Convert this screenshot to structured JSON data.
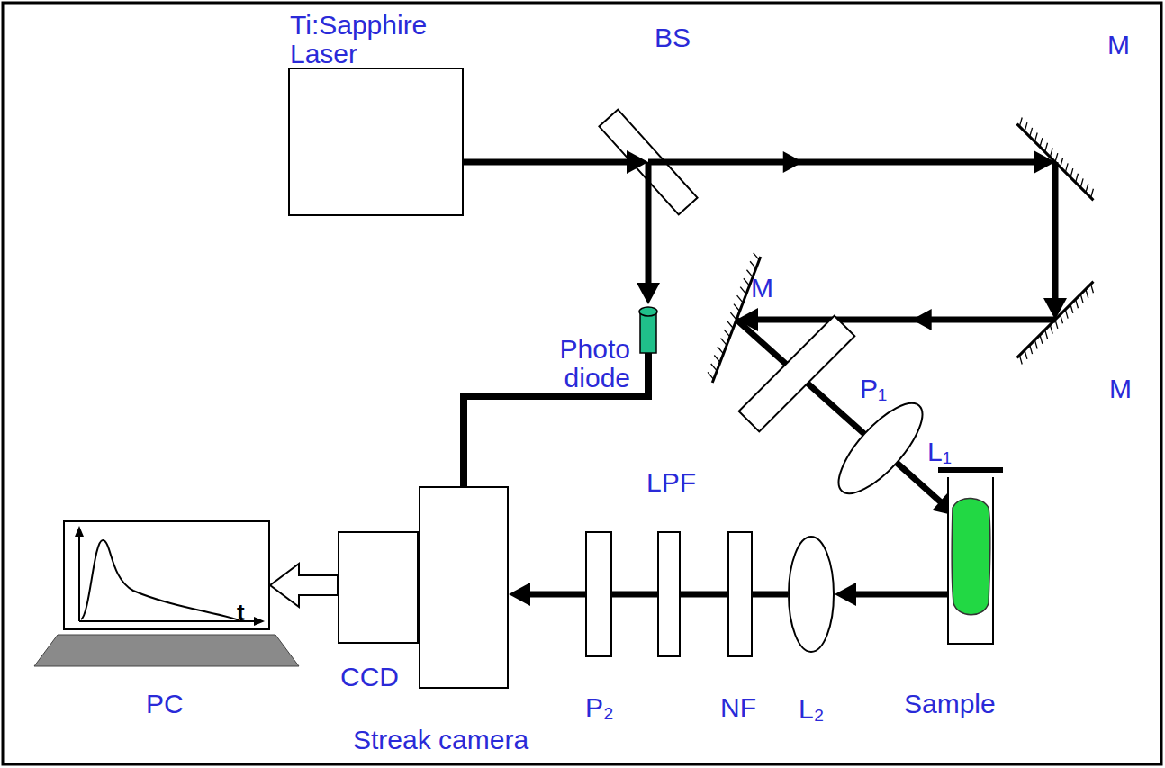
{
  "diagram": {
    "nodes": [
      {
        "text": [
          "Ti:Sapphire Laser"
        ]
      },
      {
        "text": [
          "BS"
        ]
      },
      {
        "text": [
          "M"
        ]
      },
      {
        "text": [
          "M"
        ]
      },
      {
        "text": [
          "M"
        ]
      },
      {
        "text": [
          "Photo diode"
        ]
      },
      {
        "text": [
          "P₁"
        ]
      },
      {
        "text": [
          "L₁"
        ]
      },
      {
        "text": [
          "Sample"
        ]
      },
      {
        "text": [
          "L₂"
        ]
      },
      {
        "text": [
          "NF"
        ]
      },
      {
        "text": [
          "LPF"
        ]
      },
      {
        "text": [
          "P₂"
        ]
      },
      {
        "text": [
          "Streak camera"
        ]
      },
      {
        "text": [
          "CCD"
        ]
      },
      {
        "text": [
          "PC"
        ]
      }
    ],
    "edges": [
      {
        "from": 0,
        "to": 1,
        "arrow": "to"
      },
      {
        "from": 1,
        "to": 2,
        "arrow": "to"
      },
      {
        "from": 2,
        "to": 3,
        "arrow": "to"
      },
      {
        "from": 3,
        "to": 4,
        "arrow": "to"
      },
      {
        "from": 1,
        "to": 5,
        "arrow": "to"
      },
      {
        "from": 4,
        "to": 6,
        "arrow": "none"
      },
      {
        "from": 6,
        "to": 7,
        "arrow": "none"
      },
      {
        "from": 7,
        "to": 8,
        "arrow": "to"
      },
      {
        "from": 8,
        "to": 9,
        "arrow": "to"
      },
      {
        "from": 9,
        "to": 10,
        "arrow": "none"
      },
      {
        "from": 10,
        "to": 11,
        "arrow": "none"
      },
      {
        "from": 11,
        "to": 12,
        "arrow": "none"
      },
      {
        "from": 12,
        "to": 13,
        "arrow": "to"
      },
      {
        "from": 5,
        "to": 13,
        "arrow": "none"
      },
      {
        "from": 14,
        "to": 15,
        "arrow": "to"
      }
    ],
    "labels": [
      "t"
    ]
  }
}
